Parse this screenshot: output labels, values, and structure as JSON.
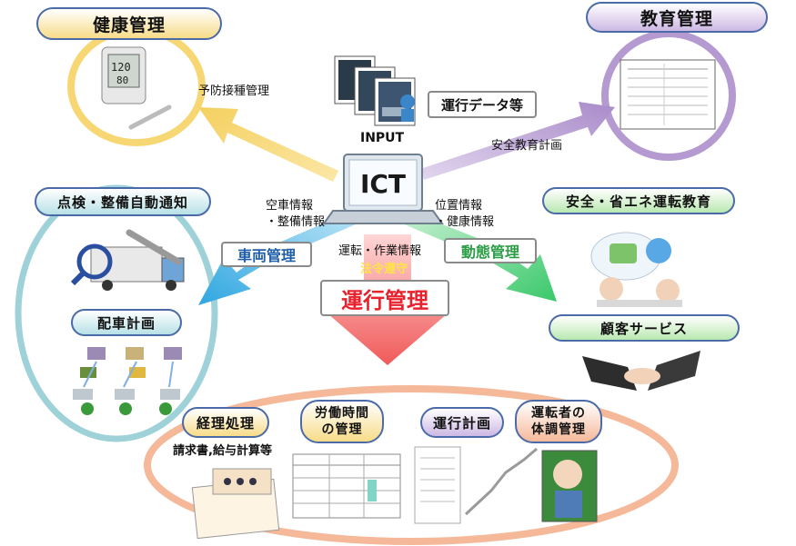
{
  "top": {
    "health_management": "健康管理",
    "education_management": "教育管理",
    "vaccination_management": "予防接種管理",
    "input_label": "INPUT",
    "operation_data": "運行データ等",
    "safety_education_plan": "安全教育計画"
  },
  "center": {
    "ict": "ICT",
    "empty_vehicle_info": "空車情報",
    "maintenance_info": "・整備情報",
    "location_info": "位置情報",
    "health_info": "・健康情報",
    "vehicle_management": "車両管理",
    "operation_work_info": "運転・作業情報",
    "compliance": "法令遵守",
    "motion_management": "動態管理",
    "operation_management": "運行管理"
  },
  "left": {
    "inspection_notification": "点検・整備自動通知",
    "dispatch_plan": "配車計画"
  },
  "right": {
    "eco_driving_education": "安全・省エネ運転教育",
    "customer_service": "顧客サービス"
  },
  "bottom": {
    "accounting": "経理処理",
    "accounting_detail": "請求書,給与計算等",
    "labor_hours": [
      "労働時間",
      "の管理"
    ],
    "operation_plan": "運行計画",
    "driver_health": [
      "運転者の",
      "体調管理"
    ]
  },
  "colors": {
    "yellow": "#f7d774",
    "purple": "#b49ad0",
    "teal": "#9ed2d8",
    "orange": "#f5b99a",
    "red_text": "#e8222d",
    "blue_text": "#1f5ea8",
    "green_text": "#2a9d45"
  }
}
